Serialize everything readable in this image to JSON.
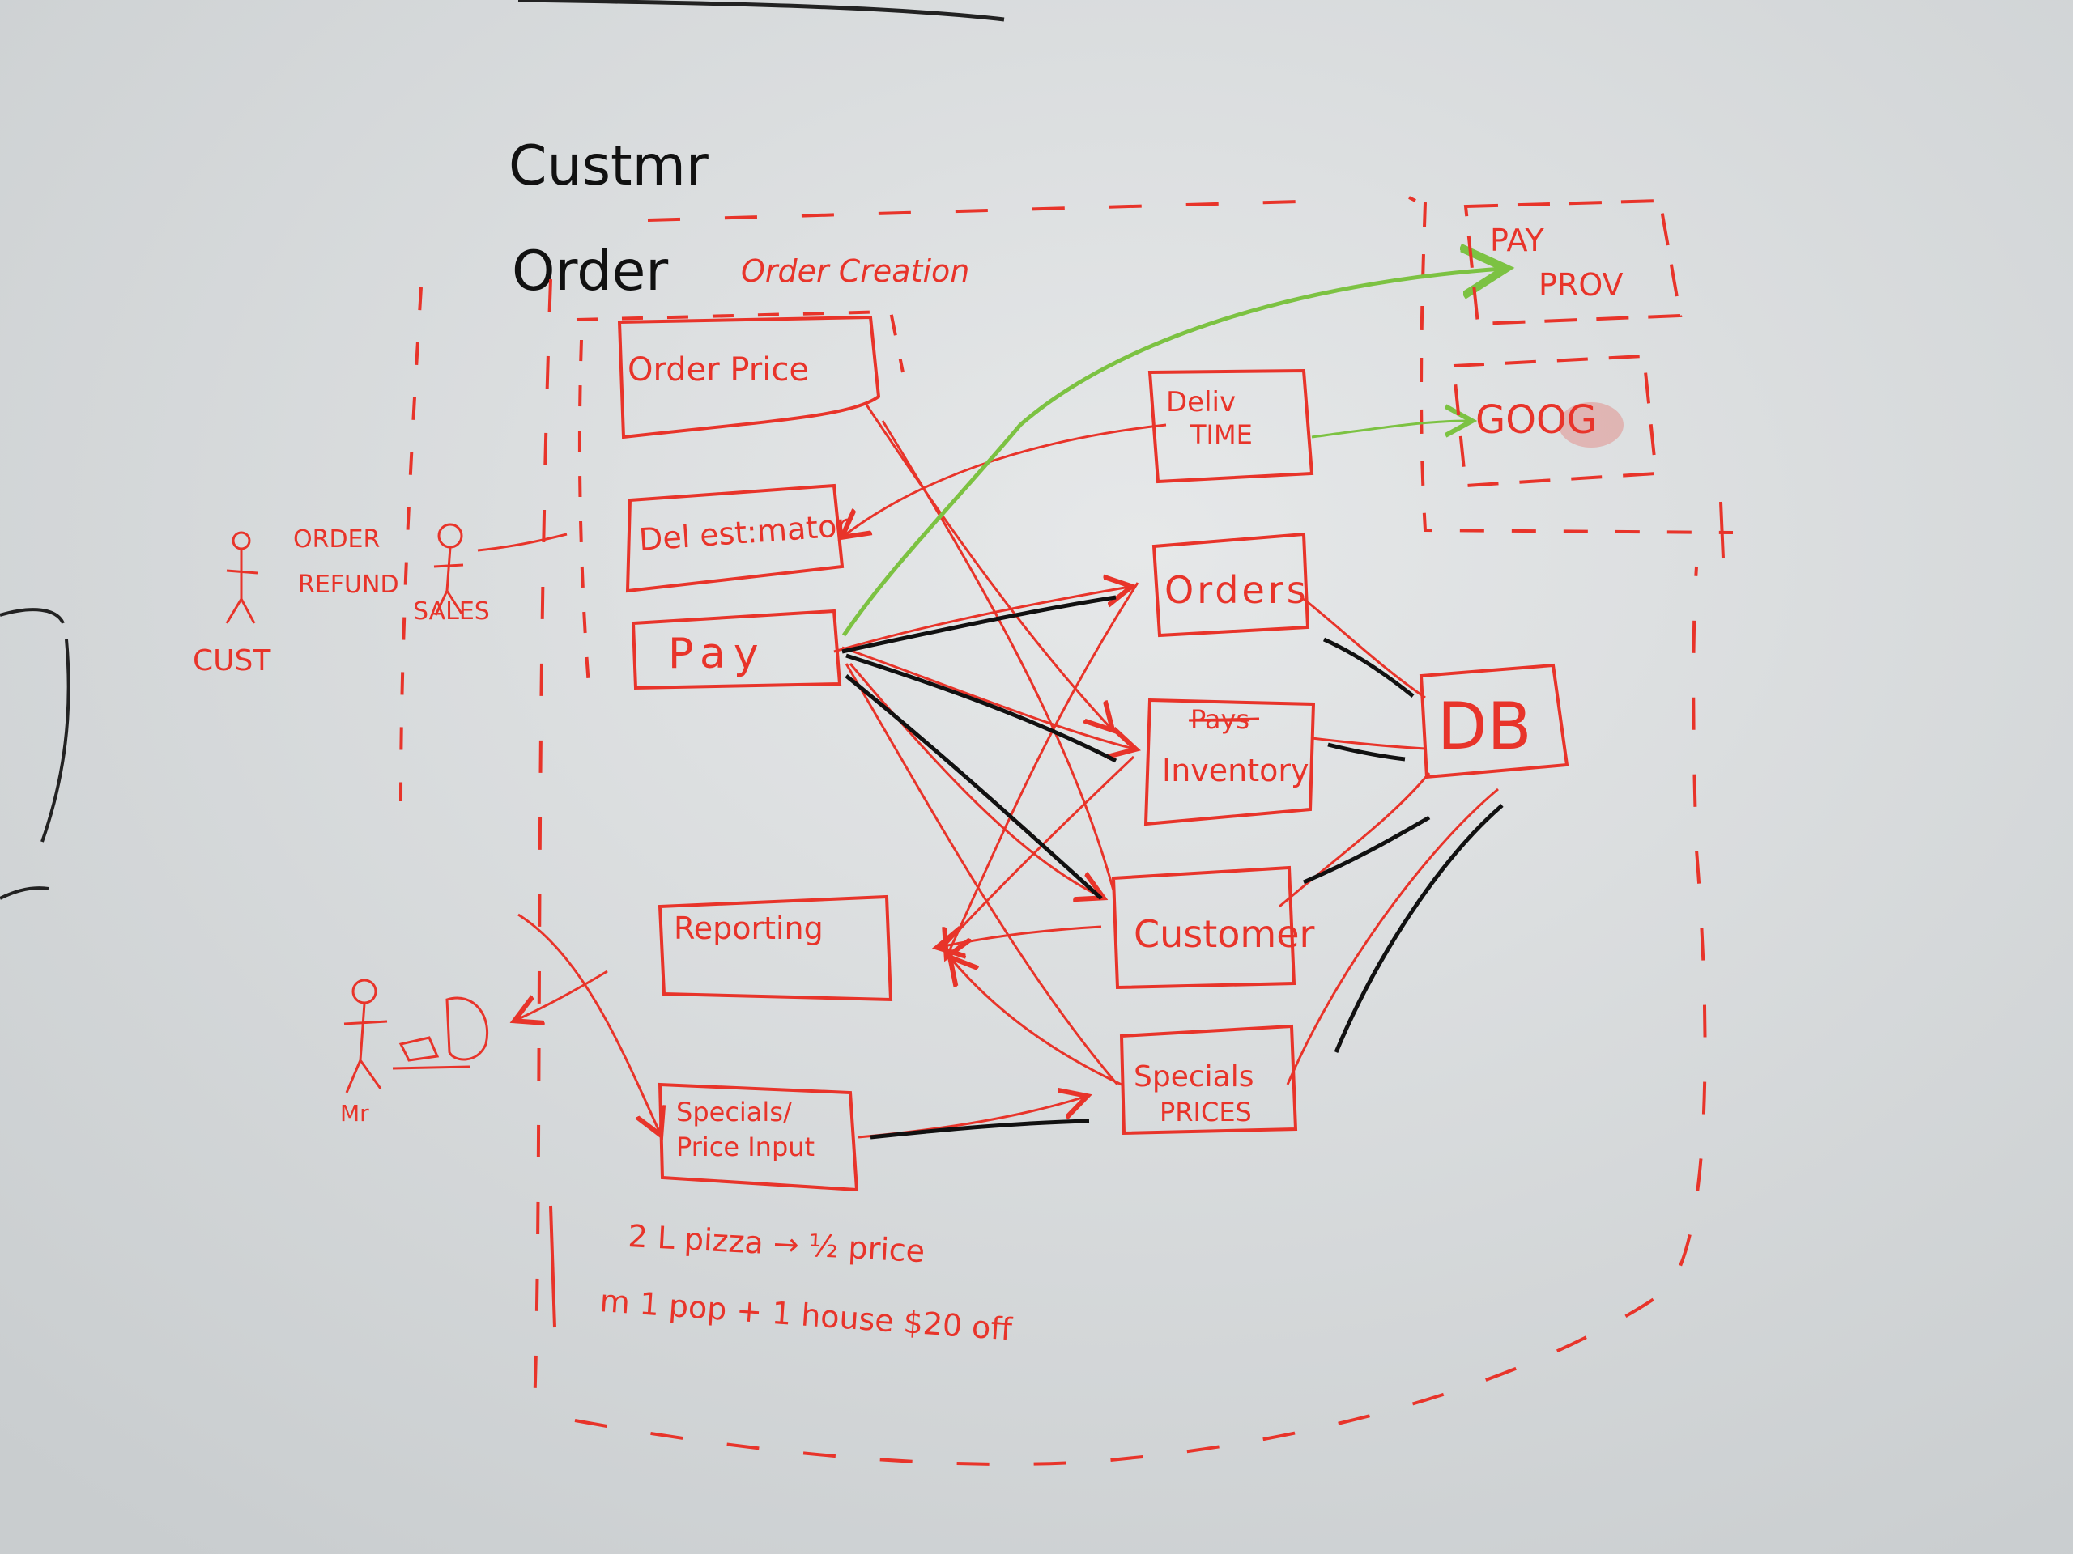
{
  "board": {
    "background": "#d6d9da",
    "colors": {
      "red": "#e8342a",
      "black": "#111111",
      "green": "#7cc242"
    }
  },
  "titles": {
    "line1": "Custmr",
    "line2": "Order"
  },
  "zones": {
    "order_creation": "Order Creation"
  },
  "components": {
    "order_price": "Order Price",
    "del_estimator": "Del est:mator",
    "pay": "Pay",
    "reporting": "Reporting",
    "specials_price_input_line1": "Specials/",
    "specials_price_input_line2": "Price Input",
    "deliv_time_line1": "Deliv",
    "deliv_time_line2": "TIME",
    "orders": "Orders",
    "pays_struck": "Pays",
    "inventory": "Inventory",
    "customer": "Customer",
    "specials_prices_line1": "Specials",
    "specials_prices_line2": "PRICES",
    "db": "DB",
    "pay_prov_line1": "PAY",
    "pay_prov_line2": "PROV",
    "goog": "GOOG"
  },
  "actors": {
    "cust": "CUST",
    "sales": "SALES",
    "mgr": "Mr",
    "order_label": "ORDER",
    "refund_label": "REFUND"
  },
  "notes": {
    "line1": "2 L pizza → ½ price",
    "line2": "m 1 pop + 1 house $20 off"
  }
}
